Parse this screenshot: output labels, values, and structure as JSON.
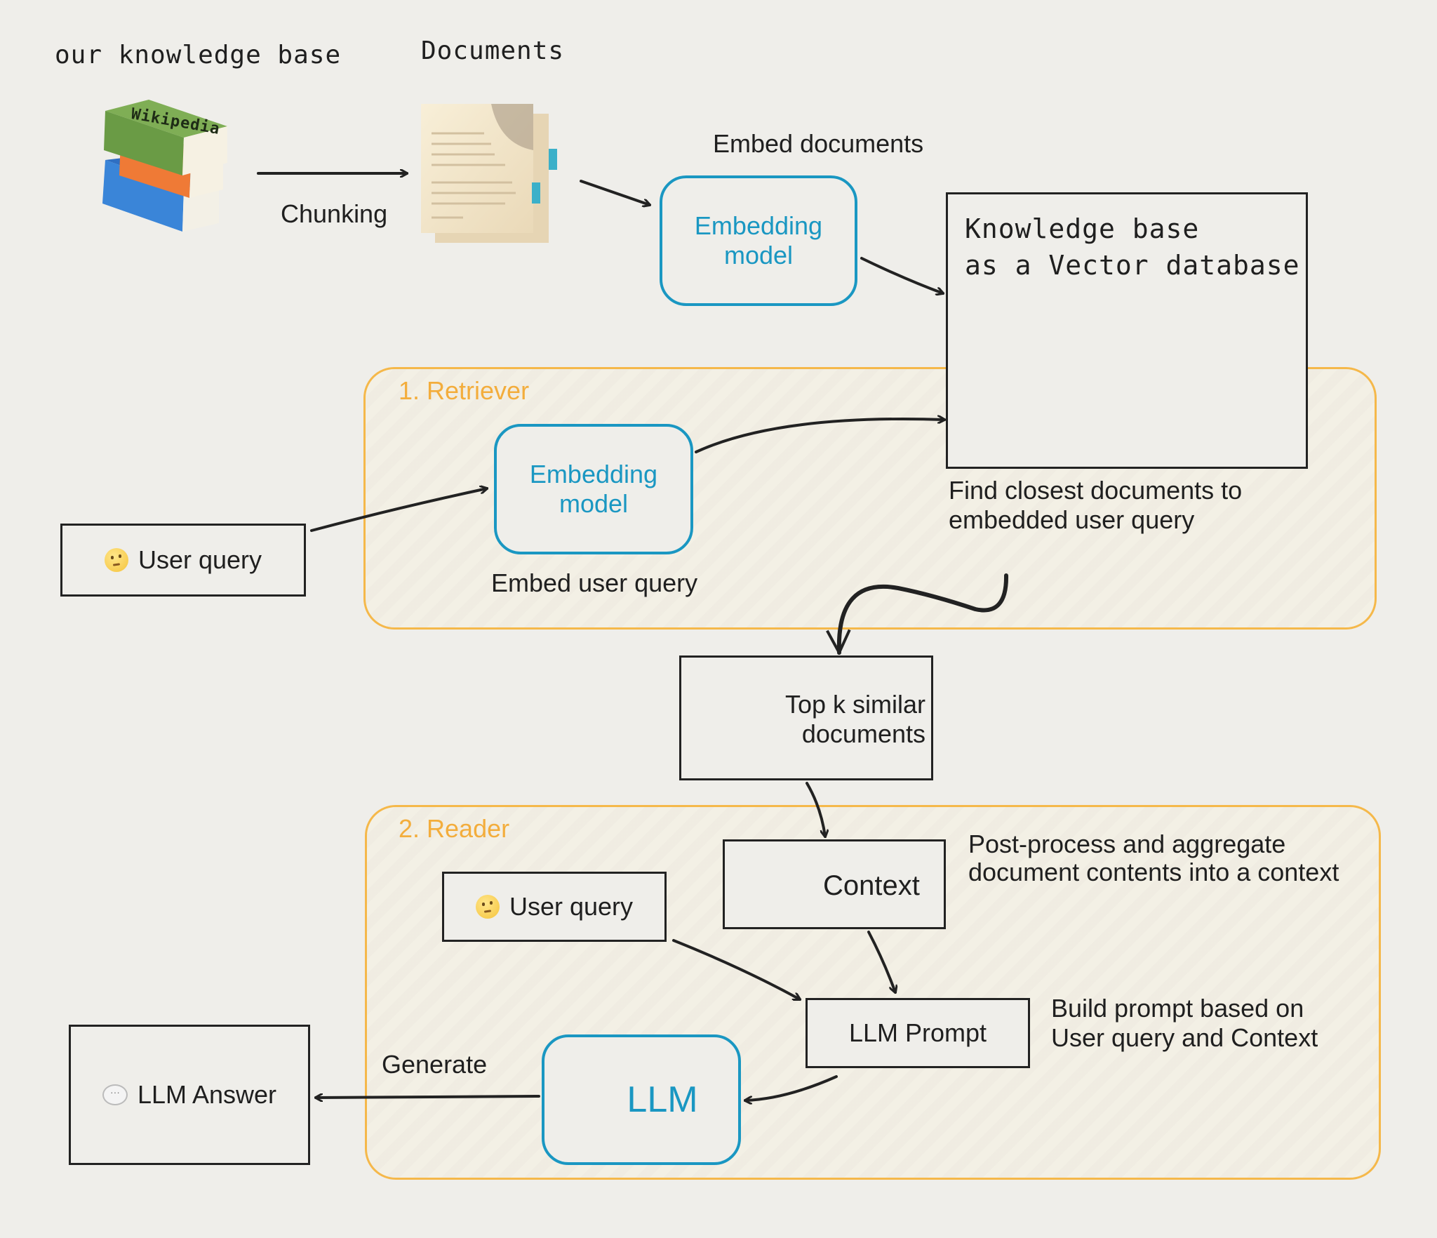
{
  "labels": {
    "knowledge_base": "our knowledge base",
    "documents": "Documents",
    "wikipedia": "Wikipedia",
    "chunking": "Chunking",
    "embed_documents": "Embed documents",
    "embedding_model_line1": "Embedding",
    "embedding_model_line2": "model",
    "vector_db_line1": "Knowledge base",
    "vector_db_line2": "as a Vector database",
    "retriever": "1. Retriever",
    "user_query": "User query",
    "embed_user_query": "Embed user query",
    "find_closest_line1": "Find closest documents to",
    "find_closest_line2": "embedded user query",
    "top_k_line1": "Top k similar",
    "top_k_line2": "documents",
    "reader": "2. Reader",
    "context": "Context",
    "post_process_line1": "Post-process and aggregate",
    "post_process_line2": "document contents into a context",
    "llm_prompt": "LLM Prompt",
    "build_prompt_line1": "Build prompt based on",
    "build_prompt_line2": "User query and Context",
    "llm": "LLM",
    "generate": "Generate",
    "llm_answer": "LLM Answer"
  },
  "icons": {
    "books": "books-icon",
    "documents": "documents-icon",
    "file_cabinet": "file-cabinet-icon",
    "thinking_face": "thinking-face-icon",
    "stacked_docs": "stacked-documents-icon",
    "notebook": "notebook-icon",
    "robot": "robot-icon",
    "speech_bubble": "speech-bubble-icon"
  },
  "colors": {
    "background": "#efeeea",
    "accent_blue": "#1a97c2",
    "region_orange": "#f5b84a",
    "ink": "#222222"
  }
}
